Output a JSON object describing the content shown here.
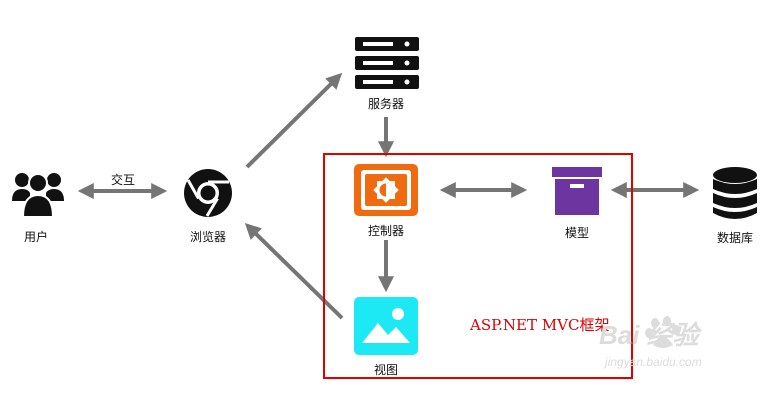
{
  "nodes": {
    "user": {
      "label": "用户"
    },
    "browser": {
      "label": "浏览器"
    },
    "server": {
      "label": "服务器"
    },
    "controller": {
      "label": "控制器"
    },
    "model": {
      "label": "模型"
    },
    "view": {
      "label": "视图"
    },
    "database": {
      "label": "数据库"
    }
  },
  "edges": {
    "user_browser": {
      "label": "交互"
    }
  },
  "framework": {
    "label": "ASP.NET MVC框架"
  },
  "watermark": {
    "main": "Bai 经验",
    "url": "jingyan.baidu.com"
  },
  "colors": {
    "arrow": "#757575",
    "frame": "#e00000",
    "controller": "#f06a0f",
    "model": "#6d35a0",
    "view": "#1de9f5",
    "icon_dark": "#111111"
  }
}
